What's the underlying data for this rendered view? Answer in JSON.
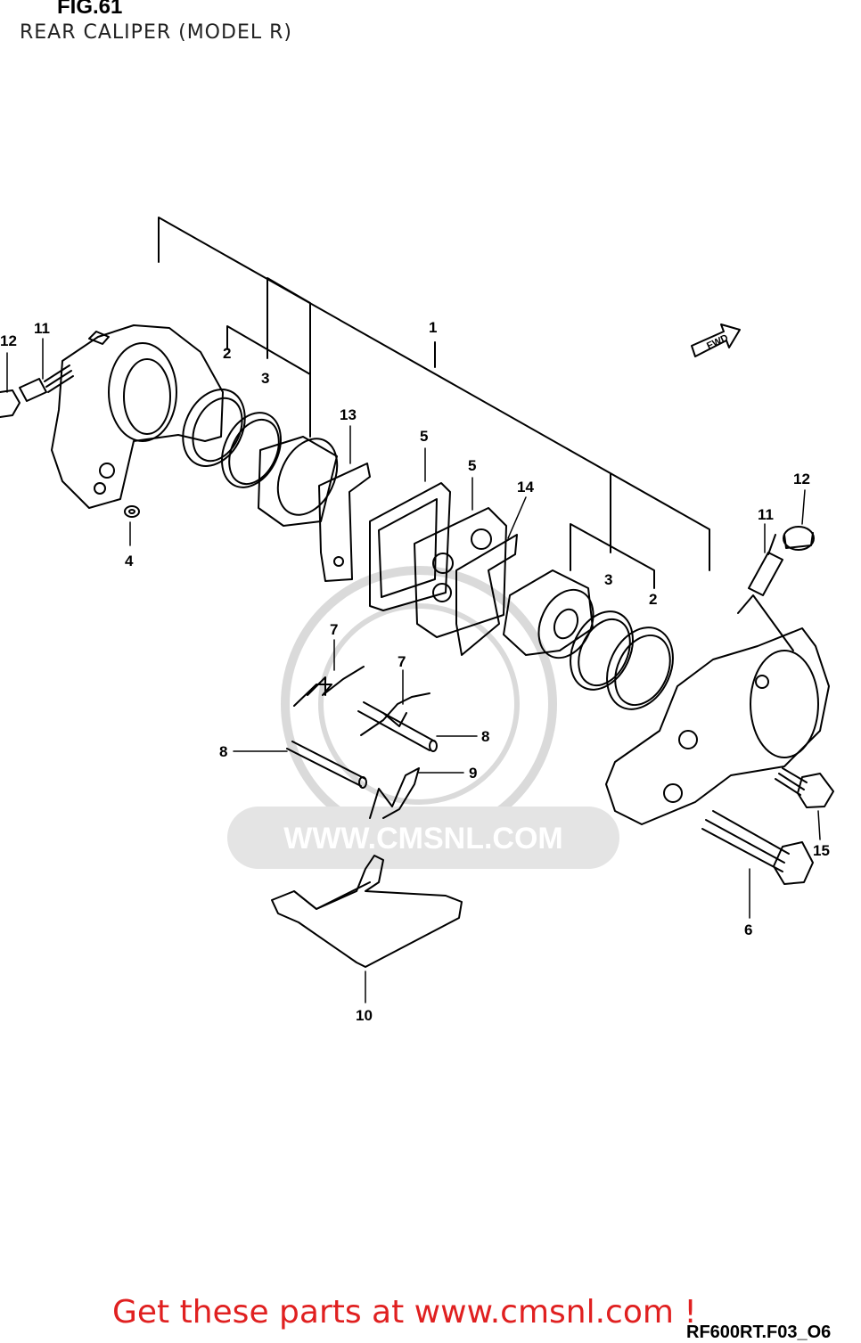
{
  "figure": {
    "title": "FIG.61",
    "subtitle": "REAR CALIPER (MODEL R)"
  },
  "diagram": {
    "fwd_label": "FWD",
    "watermark": "WWW.CMSNL.COM",
    "drawing_code": "RF600RT.F03_O6",
    "callouts": [
      "12",
      "11",
      "2",
      "3",
      "1",
      "13",
      "5",
      "5",
      "14",
      "4",
      "3",
      "2",
      "12",
      "11",
      "7",
      "7",
      "8",
      "8",
      "9",
      "6",
      "15",
      "10"
    ]
  },
  "footer": {
    "cta": "Get these parts at www.cmsnl.com !"
  },
  "colors": {
    "line": "#000000",
    "watermark": "#d8d8d8",
    "cta": "#e02020"
  }
}
